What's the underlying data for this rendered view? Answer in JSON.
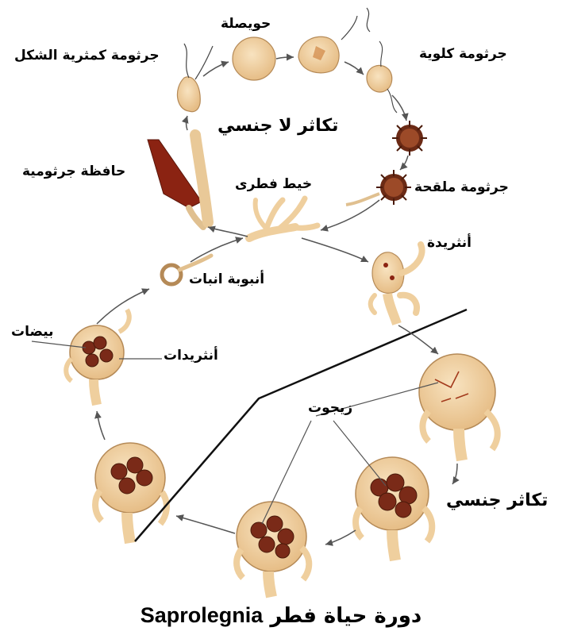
{
  "labels": {
    "vesicle": "حويصلة",
    "pear_spore": "جرثومة كمثرية الشكل",
    "kidney_spore": "جرثومة كلوية",
    "asexual": "تكاثر لا جنسي",
    "encysted_spore": "جرثومة ملقحة",
    "sporangium": "حافظة جرثومية",
    "hypha": "خيط فطرى",
    "antheridium": "أنثريدة",
    "germ_tube": "أنبوبة انبات",
    "eggs": "بيضات",
    "antheridia": "أنثريدات",
    "zygotes": "زيجوت",
    "sexual": "تكاثر جنسي"
  },
  "caption": {
    "arabic": "دورة حياة فطر",
    "latin": "Saprolegnia"
  },
  "colors": {
    "cream": "#f3d6a8",
    "cream_dark": "#d9b07a",
    "brown": "#7a2a18",
    "sporangium_red": "#8b2312",
    "line": "#6b6b6b"
  }
}
